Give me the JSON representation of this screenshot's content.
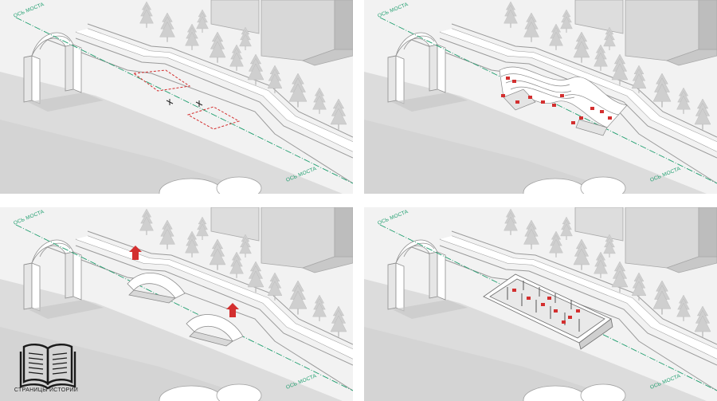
{
  "axis_label": "ОСЬ МОСТА",
  "axis_color": "#1e9e6e",
  "accent_color": "#d32f2f",
  "logo": {
    "icon": "open-book-icon",
    "caption": "СТРАНИЦЫ ИСТОРИИ"
  },
  "panels": [
    {
      "id": "p1",
      "stage": "outlined-excavation-zones"
    },
    {
      "id": "p2",
      "stage": "wave-roof-pavilion"
    },
    {
      "id": "p3",
      "stage": "arched-entrances-with-arrows"
    },
    {
      "id": "p4",
      "stage": "underground-gallery-cutaway"
    }
  ]
}
